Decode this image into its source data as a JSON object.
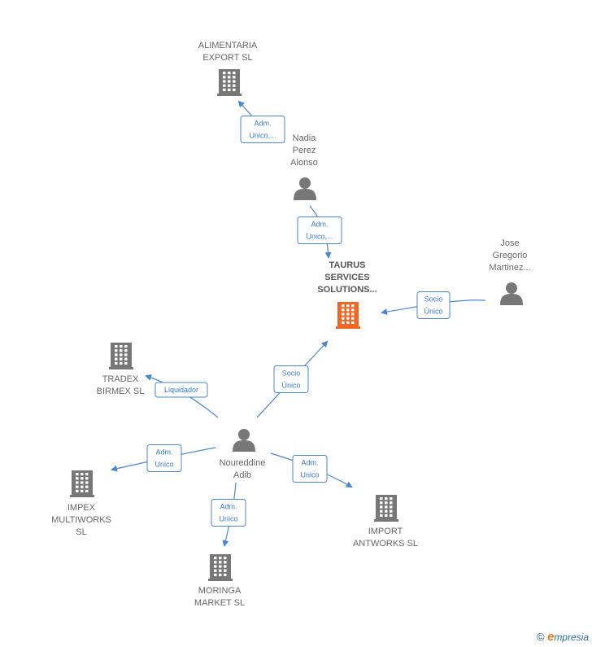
{
  "colors": {
    "edge": "#4a86d4",
    "node": "#777777",
    "main_node": "#f26522"
  },
  "nodes": [
    {
      "id": "alimentaria",
      "kind": "company",
      "lines": [
        "ALIMENTARIA",
        "EXPORT  SL"
      ],
      "icon": "building-icon"
    },
    {
      "id": "nadia",
      "kind": "person",
      "lines": [
        "Nadia",
        "Perez",
        "Alonso"
      ],
      "icon": "person-icon"
    },
    {
      "id": "taurus",
      "kind": "company",
      "main": true,
      "lines": [
        "TAURUS",
        "SERVICES",
        "SOLUTIONS..."
      ],
      "icon": "building-icon"
    },
    {
      "id": "jose",
      "kind": "person",
      "lines": [
        "Jose",
        "Gregorio",
        "Martinez..."
      ],
      "icon": "person-icon"
    },
    {
      "id": "tradex",
      "kind": "company",
      "lines": [
        "TRADEX",
        "BIRMEX  SL"
      ],
      "icon": "building-icon"
    },
    {
      "id": "noureddine",
      "kind": "person",
      "lines": [
        "Noureddine",
        "Adib"
      ],
      "icon": "person-icon"
    },
    {
      "id": "impex",
      "kind": "company",
      "lines": [
        "IMPEX",
        "MULTIWORKS",
        "SL"
      ],
      "icon": "building-icon"
    },
    {
      "id": "moringa",
      "kind": "company",
      "lines": [
        "MORINGA",
        "MARKET  SL"
      ],
      "icon": "building-icon"
    },
    {
      "id": "import_ant",
      "kind": "company",
      "lines": [
        "IMPORT",
        "ANTWORKS  SL"
      ],
      "icon": "building-icon"
    }
  ],
  "edges": [
    {
      "from": "nadia",
      "to": "alimentaria",
      "label": [
        "Adm.",
        "Unico,..."
      ]
    },
    {
      "from": "nadia",
      "to": "taurus",
      "label": [
        "Adm.",
        "Unico,..."
      ]
    },
    {
      "from": "jose",
      "to": "taurus",
      "label": [
        "Socio",
        "Único"
      ]
    },
    {
      "from": "noureddine",
      "to": "taurus",
      "label": [
        "Socio",
        "Único"
      ]
    },
    {
      "from": "noureddine",
      "to": "tradex",
      "label": [
        "Liquidador"
      ]
    },
    {
      "from": "noureddine",
      "to": "impex",
      "label": [
        "Adm.",
        "Unico"
      ]
    },
    {
      "from": "noureddine",
      "to": "moringa",
      "label": [
        "Adm.",
        "Unico"
      ]
    },
    {
      "from": "noureddine",
      "to": "import_ant",
      "label": [
        "Adm.",
        "Unico"
      ]
    }
  ],
  "footer": {
    "copyright": "©",
    "brand_first": "e",
    "brand_rest": "mpresia"
  }
}
